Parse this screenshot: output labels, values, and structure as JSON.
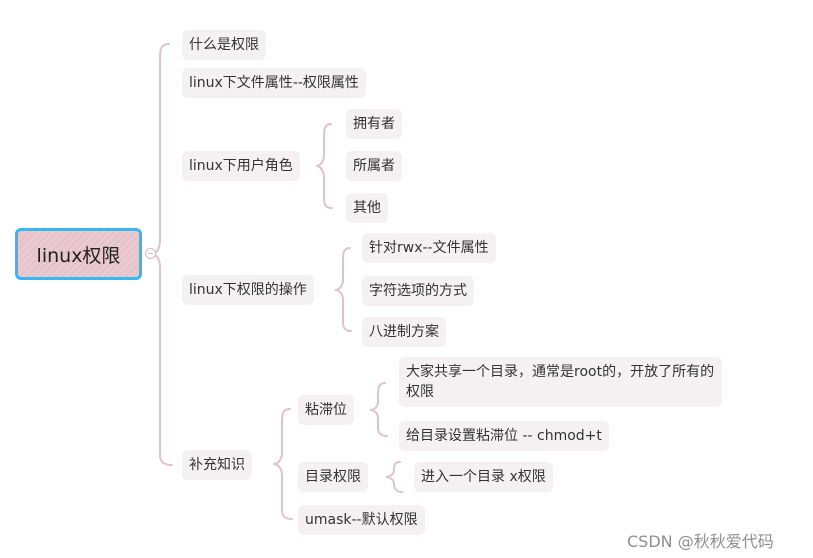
{
  "root": {
    "label": "linux权限"
  },
  "level1": [
    {
      "label": "什么是权限"
    },
    {
      "label": "linux下文件属性--权限属性"
    },
    {
      "label": "linux下用户角色"
    },
    {
      "label": "linux下权限的操作"
    },
    {
      "label": "补充知识"
    }
  ],
  "roles": [
    {
      "label": "拥有者"
    },
    {
      "label": "所属者"
    },
    {
      "label": "其他"
    }
  ],
  "ops": [
    {
      "label": "针对rwx--文件属性"
    },
    {
      "label": "字符选项的方式"
    },
    {
      "label": "八进制方案"
    }
  ],
  "extra": [
    {
      "label": "粘滞位"
    },
    {
      "label": "目录权限"
    },
    {
      "label": "umask--默认权限"
    }
  ],
  "sticky": [
    {
      "label": "大家共享一个目录，通常是root的，开放了所有的权限"
    },
    {
      "label": "给目录设置粘滞位 -- chmod+t"
    }
  ],
  "dirperm": [
    {
      "label": "进入一个目录 x权限"
    }
  ],
  "watermark": "CSDN @秋秋爱代码",
  "colors": {
    "line": "#dcc4ca",
    "node_bg": "#f5f0f1",
    "root_bg": "#e6c2c9",
    "root_border": "#38b6ef"
  }
}
